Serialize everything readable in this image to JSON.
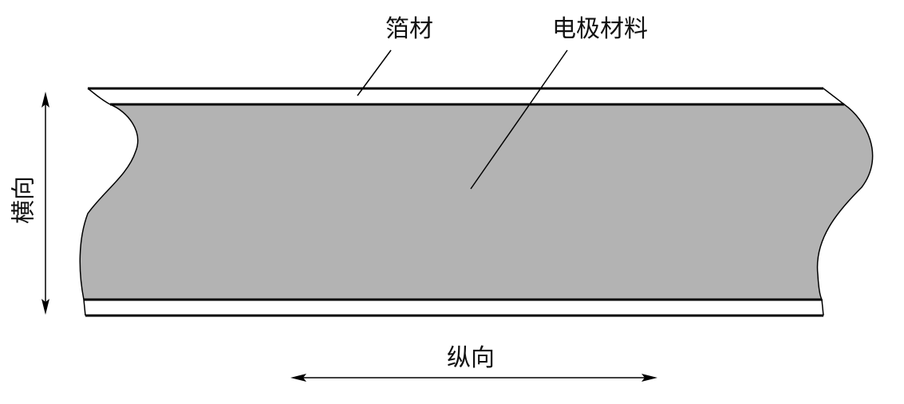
{
  "labels": {
    "foil": "箔材",
    "electrode_material": "电极材料",
    "transverse": "横向",
    "longitudinal": "纵向"
  },
  "colors": {
    "coating": "#b3b3b3",
    "foil": "#ffffff",
    "stroke": "#000000",
    "background": "#ffffff"
  }
}
